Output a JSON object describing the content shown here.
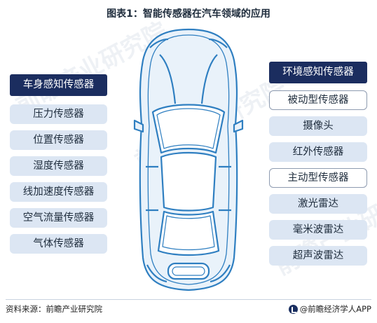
{
  "figure": {
    "title": "图表1：智能传感器在汽车领域的应用"
  },
  "left_panel": {
    "header": "车身感知传感器",
    "items": [
      "压力传感器",
      "位置传感器",
      "湿度传感器",
      "线加速度传感器",
      "空气流量传感器",
      "气体传感器"
    ]
  },
  "right_panel": {
    "header": "环境感知传感器",
    "items": [
      "被动型传感器",
      "摄像头",
      "红外传感器",
      "主动型传感器",
      "激光雷达",
      "毫米波雷达",
      "超声波雷达"
    ]
  },
  "footer": {
    "source": "资料来源：前瞻产业研究院",
    "brand": "@前瞻经济学人APP"
  },
  "watermark": "前瞻产业研究院",
  "colors": {
    "header_bg": "#1b2d5f",
    "item_bg": "#dce6f3",
    "car_outline": "#2f7fc1",
    "car_fill": "#e9f2fa"
  }
}
